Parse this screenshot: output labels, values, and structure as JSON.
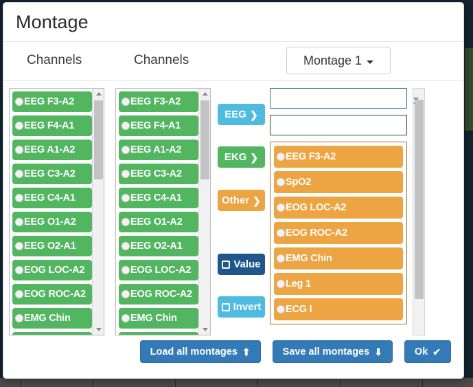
{
  "dialog": {
    "title": "Montage"
  },
  "columns": {
    "left_header": "Channels",
    "right_header": "Channels",
    "montage_select": "Montage 1"
  },
  "left_list": {
    "items": [
      {
        "label": "EEG F3-A2"
      },
      {
        "label": "EEG F4-A1"
      },
      {
        "label": "EEG A1-A2"
      },
      {
        "label": "EEG C3-A2"
      },
      {
        "label": "EEG C4-A1"
      },
      {
        "label": "EEG O1-A2"
      },
      {
        "label": "EEG O2-A1"
      },
      {
        "label": "EOG LOC-A2"
      },
      {
        "label": "EOG ROC-A2"
      },
      {
        "label": "EMG Chin"
      },
      {
        "label": ""
      }
    ]
  },
  "middle_list": {
    "items": [
      {
        "label": "EEG F3-A2"
      },
      {
        "label": "EEG F4-A1"
      },
      {
        "label": "EEG A1-A2"
      },
      {
        "label": "EEG C3-A2"
      },
      {
        "label": "EEG C4-A1"
      },
      {
        "label": "EEG O1-A2"
      },
      {
        "label": "EEG O2-A1"
      },
      {
        "label": "EOG LOC-A2"
      },
      {
        "label": "EOG ROC-A2"
      },
      {
        "label": "EMG Chin"
      },
      {
        "label": ""
      }
    ]
  },
  "actions": {
    "eeg": "EEG",
    "ekg": "EKG",
    "other": "Other",
    "value": "Value",
    "invert": "Invert",
    "chevron": "❯"
  },
  "montage_panel": {
    "input_top_value": "",
    "input_second_value": "",
    "items": [
      {
        "label": "EEG F3-A2"
      },
      {
        "label": "SpO2"
      },
      {
        "label": "EOG LOC-A2"
      },
      {
        "label": "EOG ROC-A2"
      },
      {
        "label": "EMG Chin"
      },
      {
        "label": "Leg 1"
      },
      {
        "label": "ECG I"
      }
    ]
  },
  "footer": {
    "load": "Load all montages",
    "load_icon": "⬆",
    "save": "Save all montages",
    "save_icon": "⬇",
    "ok": "Ok",
    "ok_icon": "✔"
  },
  "colors": {
    "green": "#52b661",
    "orange": "#eda443",
    "light_blue": "#4fbcdf",
    "dark_blue": "#21568b",
    "primary_blue": "#337ab7"
  }
}
